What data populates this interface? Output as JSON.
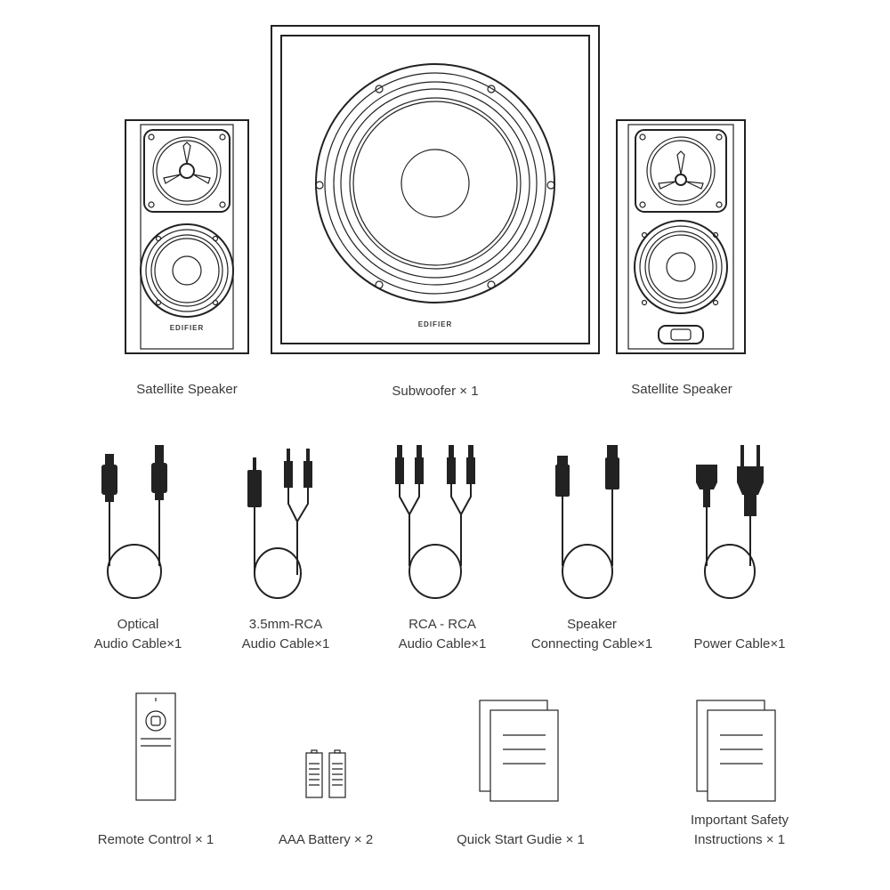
{
  "brand": "EDIFIER",
  "items": {
    "satellite_left": {
      "label": "Satellite Speaker"
    },
    "subwoofer": {
      "label": "Subwoofer × 1"
    },
    "satellite_right": {
      "label": "Satellite Speaker"
    },
    "optical_cable": {
      "line1": "Optical",
      "line2": "Audio Cable×1"
    },
    "rca_35_cable": {
      "line1": "3.5mm-RCA",
      "line2": "Audio Cable×1"
    },
    "rca_rca_cable": {
      "line1": "RCA - RCA",
      "line2": "Audio Cable×1"
    },
    "speaker_cable": {
      "line1": "Speaker",
      "line2": "Connecting Cable×1"
    },
    "power_cable": {
      "line1": "Power Cable×1"
    },
    "remote": {
      "label": "Remote Control × 1"
    },
    "battery": {
      "label": "AAA Battery × 2"
    },
    "quick_start": {
      "label": "Quick Start Gudie × 1"
    },
    "safety": {
      "line1": "Important Safety",
      "line2": "Instructions × 1"
    }
  }
}
